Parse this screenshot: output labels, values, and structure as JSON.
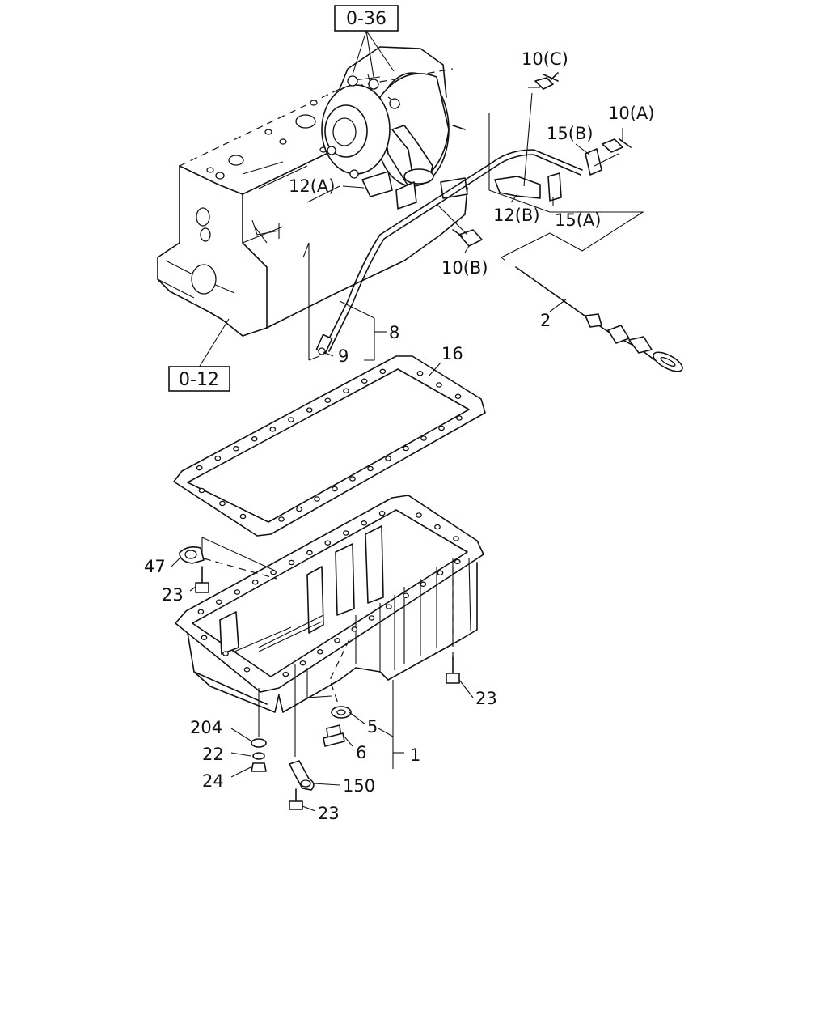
{
  "references": [
    {
      "id": "ref-0-36",
      "text": "0-36"
    },
    {
      "id": "ref-0-12",
      "text": "0-12"
    }
  ],
  "callouts": [
    {
      "id": "c-10c",
      "text": "10(C)"
    },
    {
      "id": "c-10a",
      "text": "10(A)"
    },
    {
      "id": "c-15b",
      "text": "15(B)"
    },
    {
      "id": "c-12a",
      "text": "12(A)"
    },
    {
      "id": "c-12b",
      "text": "12(B)"
    },
    {
      "id": "c-15a",
      "text": "15(A)"
    },
    {
      "id": "c-10b",
      "text": "10(B)"
    },
    {
      "id": "c-2",
      "text": "2"
    },
    {
      "id": "c-8",
      "text": "8"
    },
    {
      "id": "c-9",
      "text": "9"
    },
    {
      "id": "c-16",
      "text": "16"
    },
    {
      "id": "c-47",
      "text": "47"
    },
    {
      "id": "c-23a",
      "text": "23"
    },
    {
      "id": "c-23b",
      "text": "23"
    },
    {
      "id": "c-5",
      "text": "5"
    },
    {
      "id": "c-1",
      "text": "1"
    },
    {
      "id": "c-6",
      "text": "6"
    },
    {
      "id": "c-204",
      "text": "204"
    },
    {
      "id": "c-22",
      "text": "22"
    },
    {
      "id": "c-24",
      "text": "24"
    },
    {
      "id": "c-150",
      "text": "150"
    },
    {
      "id": "c-23c",
      "text": "23"
    }
  ]
}
